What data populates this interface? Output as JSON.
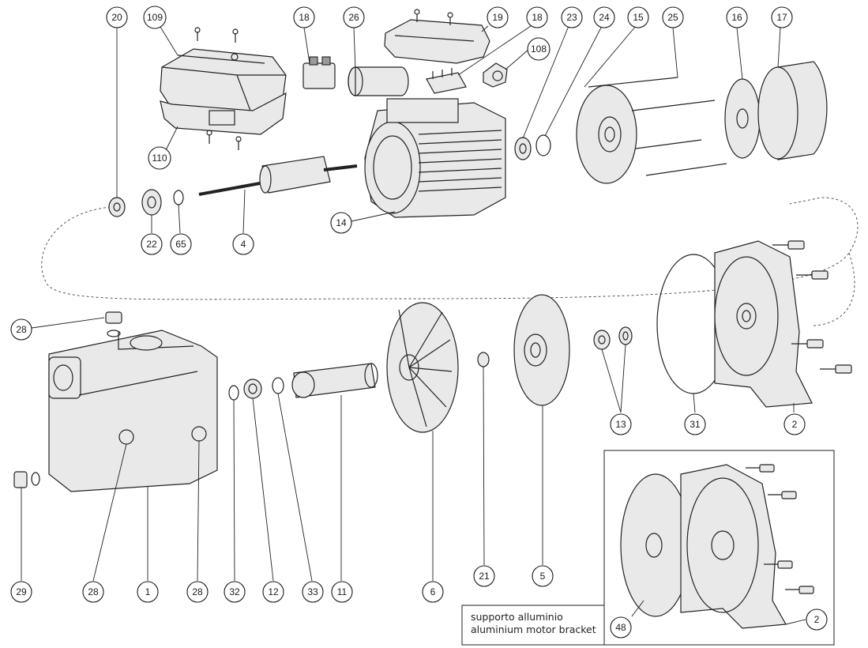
{
  "diagram": {
    "part_labels": [
      "20",
      "109",
      "110",
      "18",
      "26",
      "19",
      "18",
      "108",
      "23",
      "24",
      "15",
      "25",
      "16",
      "17",
      "22",
      "65",
      "4",
      "14",
      "28",
      "28",
      "28",
      "29",
      "1",
      "32",
      "12",
      "33",
      "11",
      "6",
      "21",
      "5",
      "13",
      "31",
      "2",
      "48",
      "2"
    ],
    "inset_caption_line1": "supporto alluminio",
    "inset_caption_line2": "aluminium motor bracket",
    "colors": {
      "line": "#222222",
      "fill": "#e9e9e9",
      "dark": "#9a9a9a"
    }
  }
}
